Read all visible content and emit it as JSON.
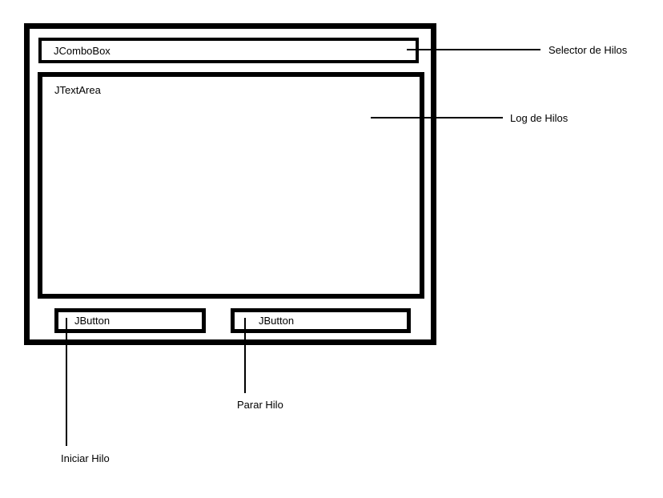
{
  "diagram": {
    "colors": {
      "stroke": "#000000",
      "background": "#ffffff"
    },
    "window": {
      "combobox": {
        "label": "JComboBox"
      },
      "textarea": {
        "label": "JTextArea"
      },
      "button_start": {
        "label": "JButton"
      },
      "button_stop": {
        "label": "JButton"
      }
    },
    "annotations": {
      "selector": {
        "label": "Selector de Hilos",
        "target": "JComboBox"
      },
      "log": {
        "label": "Log de Hilos",
        "target": "JTextArea"
      },
      "parar": {
        "label": "Parar Hilo",
        "target": "right JButton"
      },
      "iniciar": {
        "label": "Iniciar Hilo",
        "target": "left JButton"
      }
    }
  }
}
